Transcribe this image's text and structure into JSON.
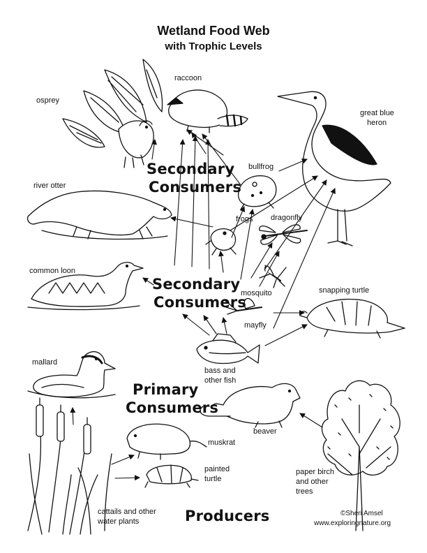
{
  "title": "Wetland Food Web",
  "subtitle": "with Trophic Levels",
  "levels": {
    "secondary_top_1": "Secondary",
    "secondary_top_2": "Consumers",
    "secondary_mid_1": "Secondary",
    "secondary_mid_2": "Consumers",
    "primary_1": "Primary",
    "primary_2": "Consumers",
    "producers": "Producers"
  },
  "organisms": {
    "osprey": "osprey",
    "raccoon": "raccoon",
    "heron_1": "great blue",
    "heron_2": "heron",
    "river_otter": "river otter",
    "bullfrog": "bullfrog",
    "frogs": "frogs",
    "dragonfly": "dragonfly",
    "common_loon": "common loon",
    "mosquito": "mosquito",
    "snapping_turtle": "snapping turtle",
    "mayfly": "mayfly",
    "bass_1": "bass and",
    "bass_2": "other fish",
    "mallard": "mallard",
    "beaver": "beaver",
    "muskrat": "muskrat",
    "painted_1": "painted",
    "painted_2": "turtle",
    "birch_1": "paper birch",
    "birch_2": "and other",
    "birch_3": "trees",
    "cattails_1": "cattails and other",
    "cattails_2": "water plants"
  },
  "credits": {
    "author": "©Sheri Amsel",
    "site": "www.exploringnature.org"
  },
  "icons": [
    "osprey-icon",
    "raccoon-icon",
    "heron-icon",
    "otter-icon",
    "bullfrog-icon",
    "frog-icon",
    "dragonfly-icon",
    "loon-icon",
    "mosquito-icon",
    "turtle-icon",
    "mayfly-icon",
    "fish-icon",
    "duck-icon",
    "beaver-icon",
    "muskrat-icon",
    "cattail-icon",
    "birch-tree-icon"
  ]
}
